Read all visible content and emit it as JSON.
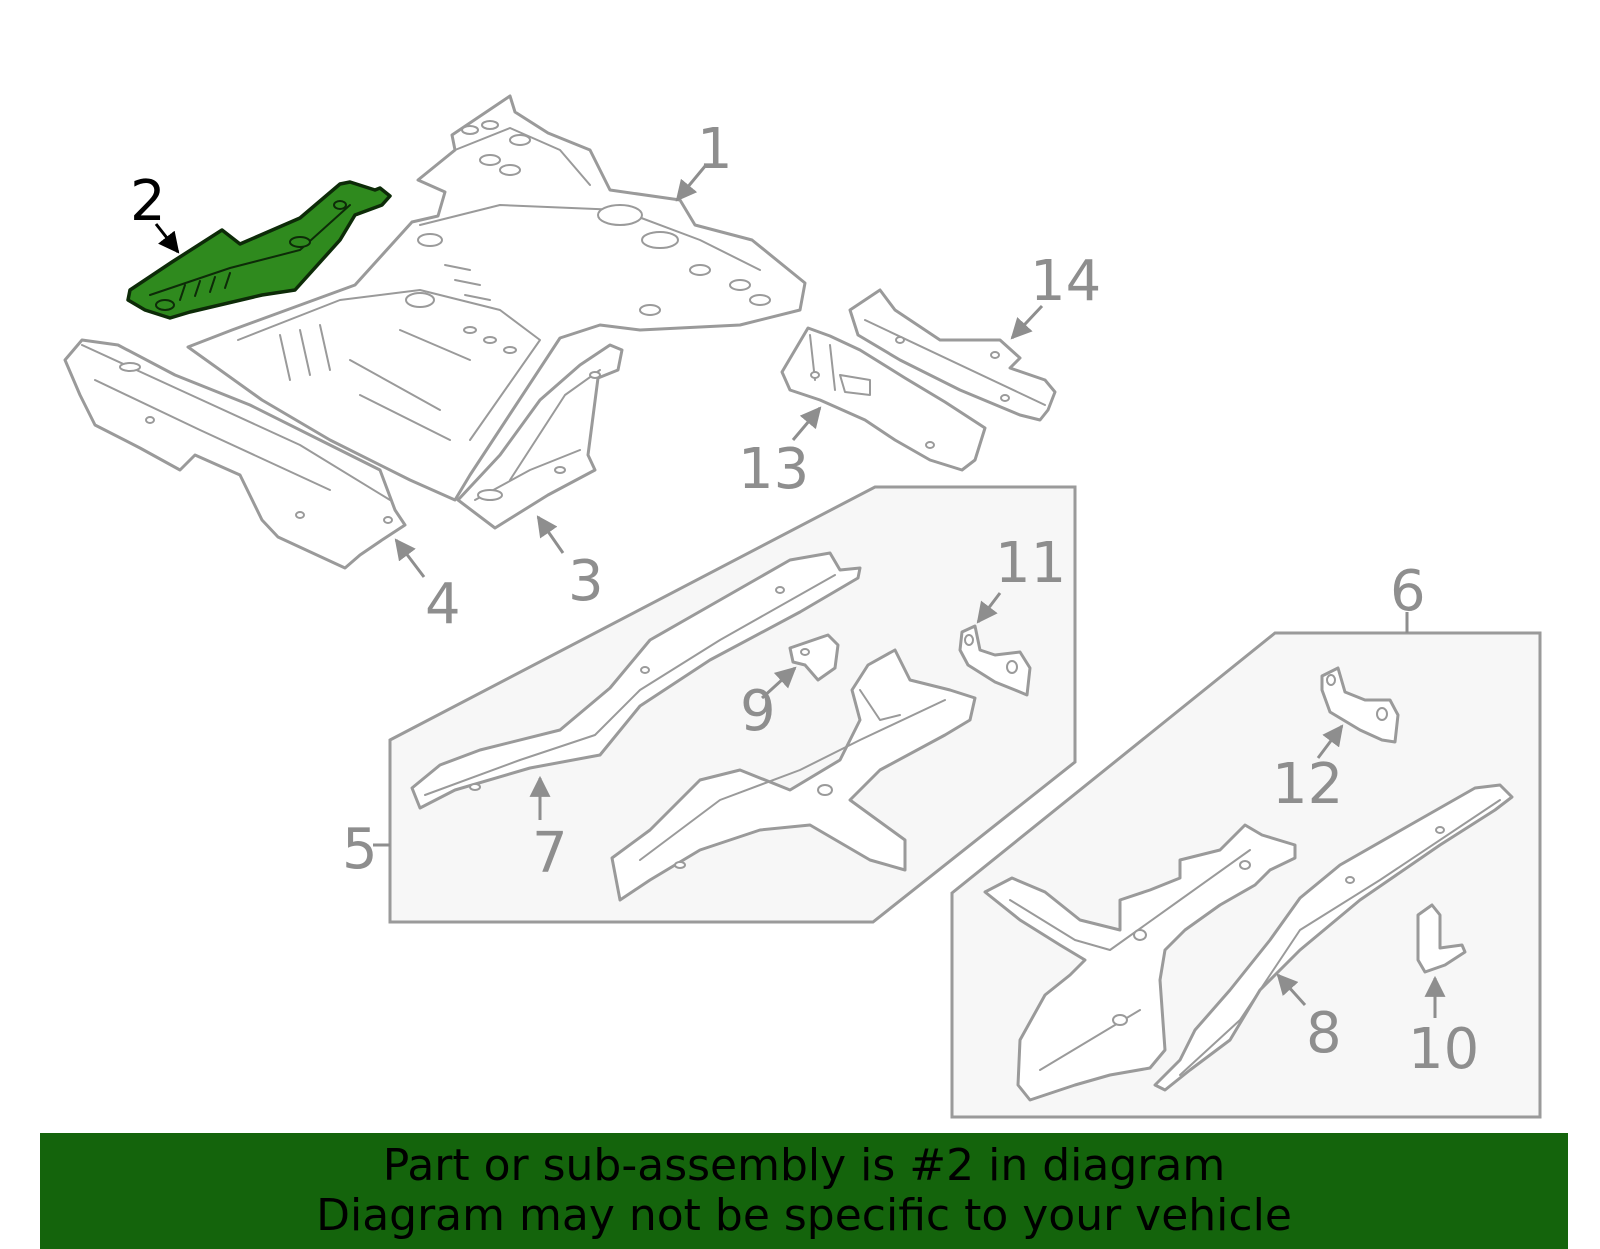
{
  "diagram": {
    "highlighted_part": "2",
    "highlight_color": "#2f8a1e",
    "line_color": "#9a9a9a",
    "callouts": {
      "c1": "1",
      "c2": "2",
      "c3": "3",
      "c4": "4",
      "c5": "5",
      "c6": "6",
      "c7": "7",
      "c8": "8",
      "c9": "9",
      "c10": "10",
      "c11": "11",
      "c12": "12",
      "c13": "13",
      "c14": "14"
    }
  },
  "banner": {
    "line1": "Part or sub-assembly is #2 in diagram",
    "line2": "Diagram may not be specific to your vehicle",
    "background": "#14640c"
  }
}
